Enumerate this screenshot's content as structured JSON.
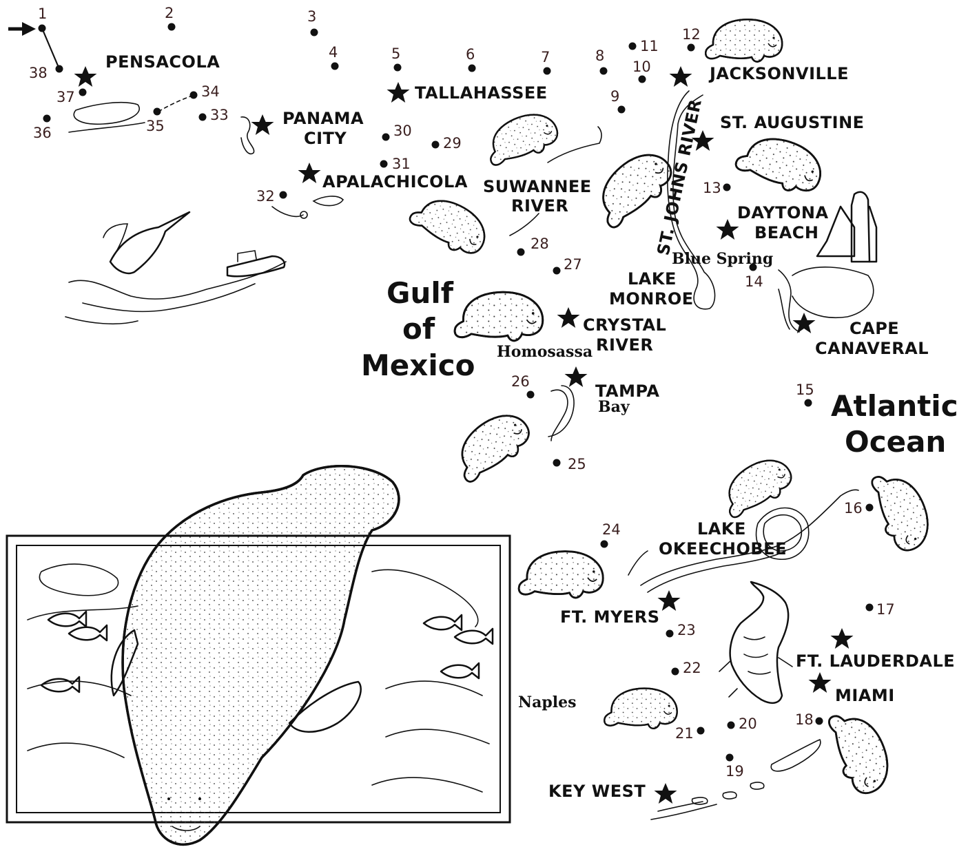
{
  "start_arrow": "arrow-right-icon",
  "dots": [
    {
      "n": "1"
    },
    {
      "n": "2"
    },
    {
      "n": "3"
    },
    {
      "n": "4"
    },
    {
      "n": "5"
    },
    {
      "n": "6"
    },
    {
      "n": "7"
    },
    {
      "n": "8"
    },
    {
      "n": "9"
    },
    {
      "n": "10"
    },
    {
      "n": "11"
    },
    {
      "n": "12"
    },
    {
      "n": "13"
    },
    {
      "n": "14"
    },
    {
      "n": "15"
    },
    {
      "n": "16"
    },
    {
      "n": "17"
    },
    {
      "n": "18"
    },
    {
      "n": "19"
    },
    {
      "n": "20"
    },
    {
      "n": "21"
    },
    {
      "n": "22"
    },
    {
      "n": "23"
    },
    {
      "n": "24"
    },
    {
      "n": "25"
    },
    {
      "n": "26"
    },
    {
      "n": "27"
    },
    {
      "n": "28"
    },
    {
      "n": "29"
    },
    {
      "n": "30"
    },
    {
      "n": "31"
    },
    {
      "n": "32"
    },
    {
      "n": "33"
    },
    {
      "n": "34"
    },
    {
      "n": "35"
    },
    {
      "n": "36"
    },
    {
      "n": "37"
    },
    {
      "n": "38"
    }
  ],
  "cities": {
    "pensacola": "PENSACOLA",
    "tallahassee": "TALLAHASSEE",
    "jacksonville": "JACKSONVILLE",
    "panama_city_1": "PANAMA",
    "panama_city_2": "CITY",
    "st_augustine": "ST. AUGUSTINE",
    "apalachicola": "APALACHICOLA",
    "suwannee_1": "SUWANNEE",
    "suwannee_2": "RIVER",
    "st_johns_river": "ST. JOHNS RIVER",
    "daytona_1": "DAYTONA",
    "daytona_2": "BEACH",
    "blue_spring": "Blue Spring",
    "lake_monroe_1": "LAKE",
    "lake_monroe_2": "MONROE",
    "crystal_1": "CRYSTAL",
    "crystal_2": "RIVER",
    "homosassa": "Homosassa",
    "cape_1": "CAPE",
    "cape_2": "CANAVERAL",
    "tampa_1": "TAMPA",
    "tampa_2": "Bay",
    "okeechobee_1": "LAKE",
    "okeechobee_2": "OKEECHOBEE",
    "ft_myers": "FT. MYERS",
    "ft_lauderdale": "FT. LAUDERDALE",
    "miami": "MIAMI",
    "naples": "Naples",
    "key_west": "KEY WEST"
  },
  "waters": {
    "gulf_1": "Gulf",
    "gulf_2": "of",
    "gulf_3": "Mexico",
    "atlantic_1": "Atlantic",
    "atlantic_2": "Ocean"
  },
  "colors": {
    "ink": "#111111",
    "number_ink": "#3a1f1f",
    "paper": "#ffffff"
  }
}
